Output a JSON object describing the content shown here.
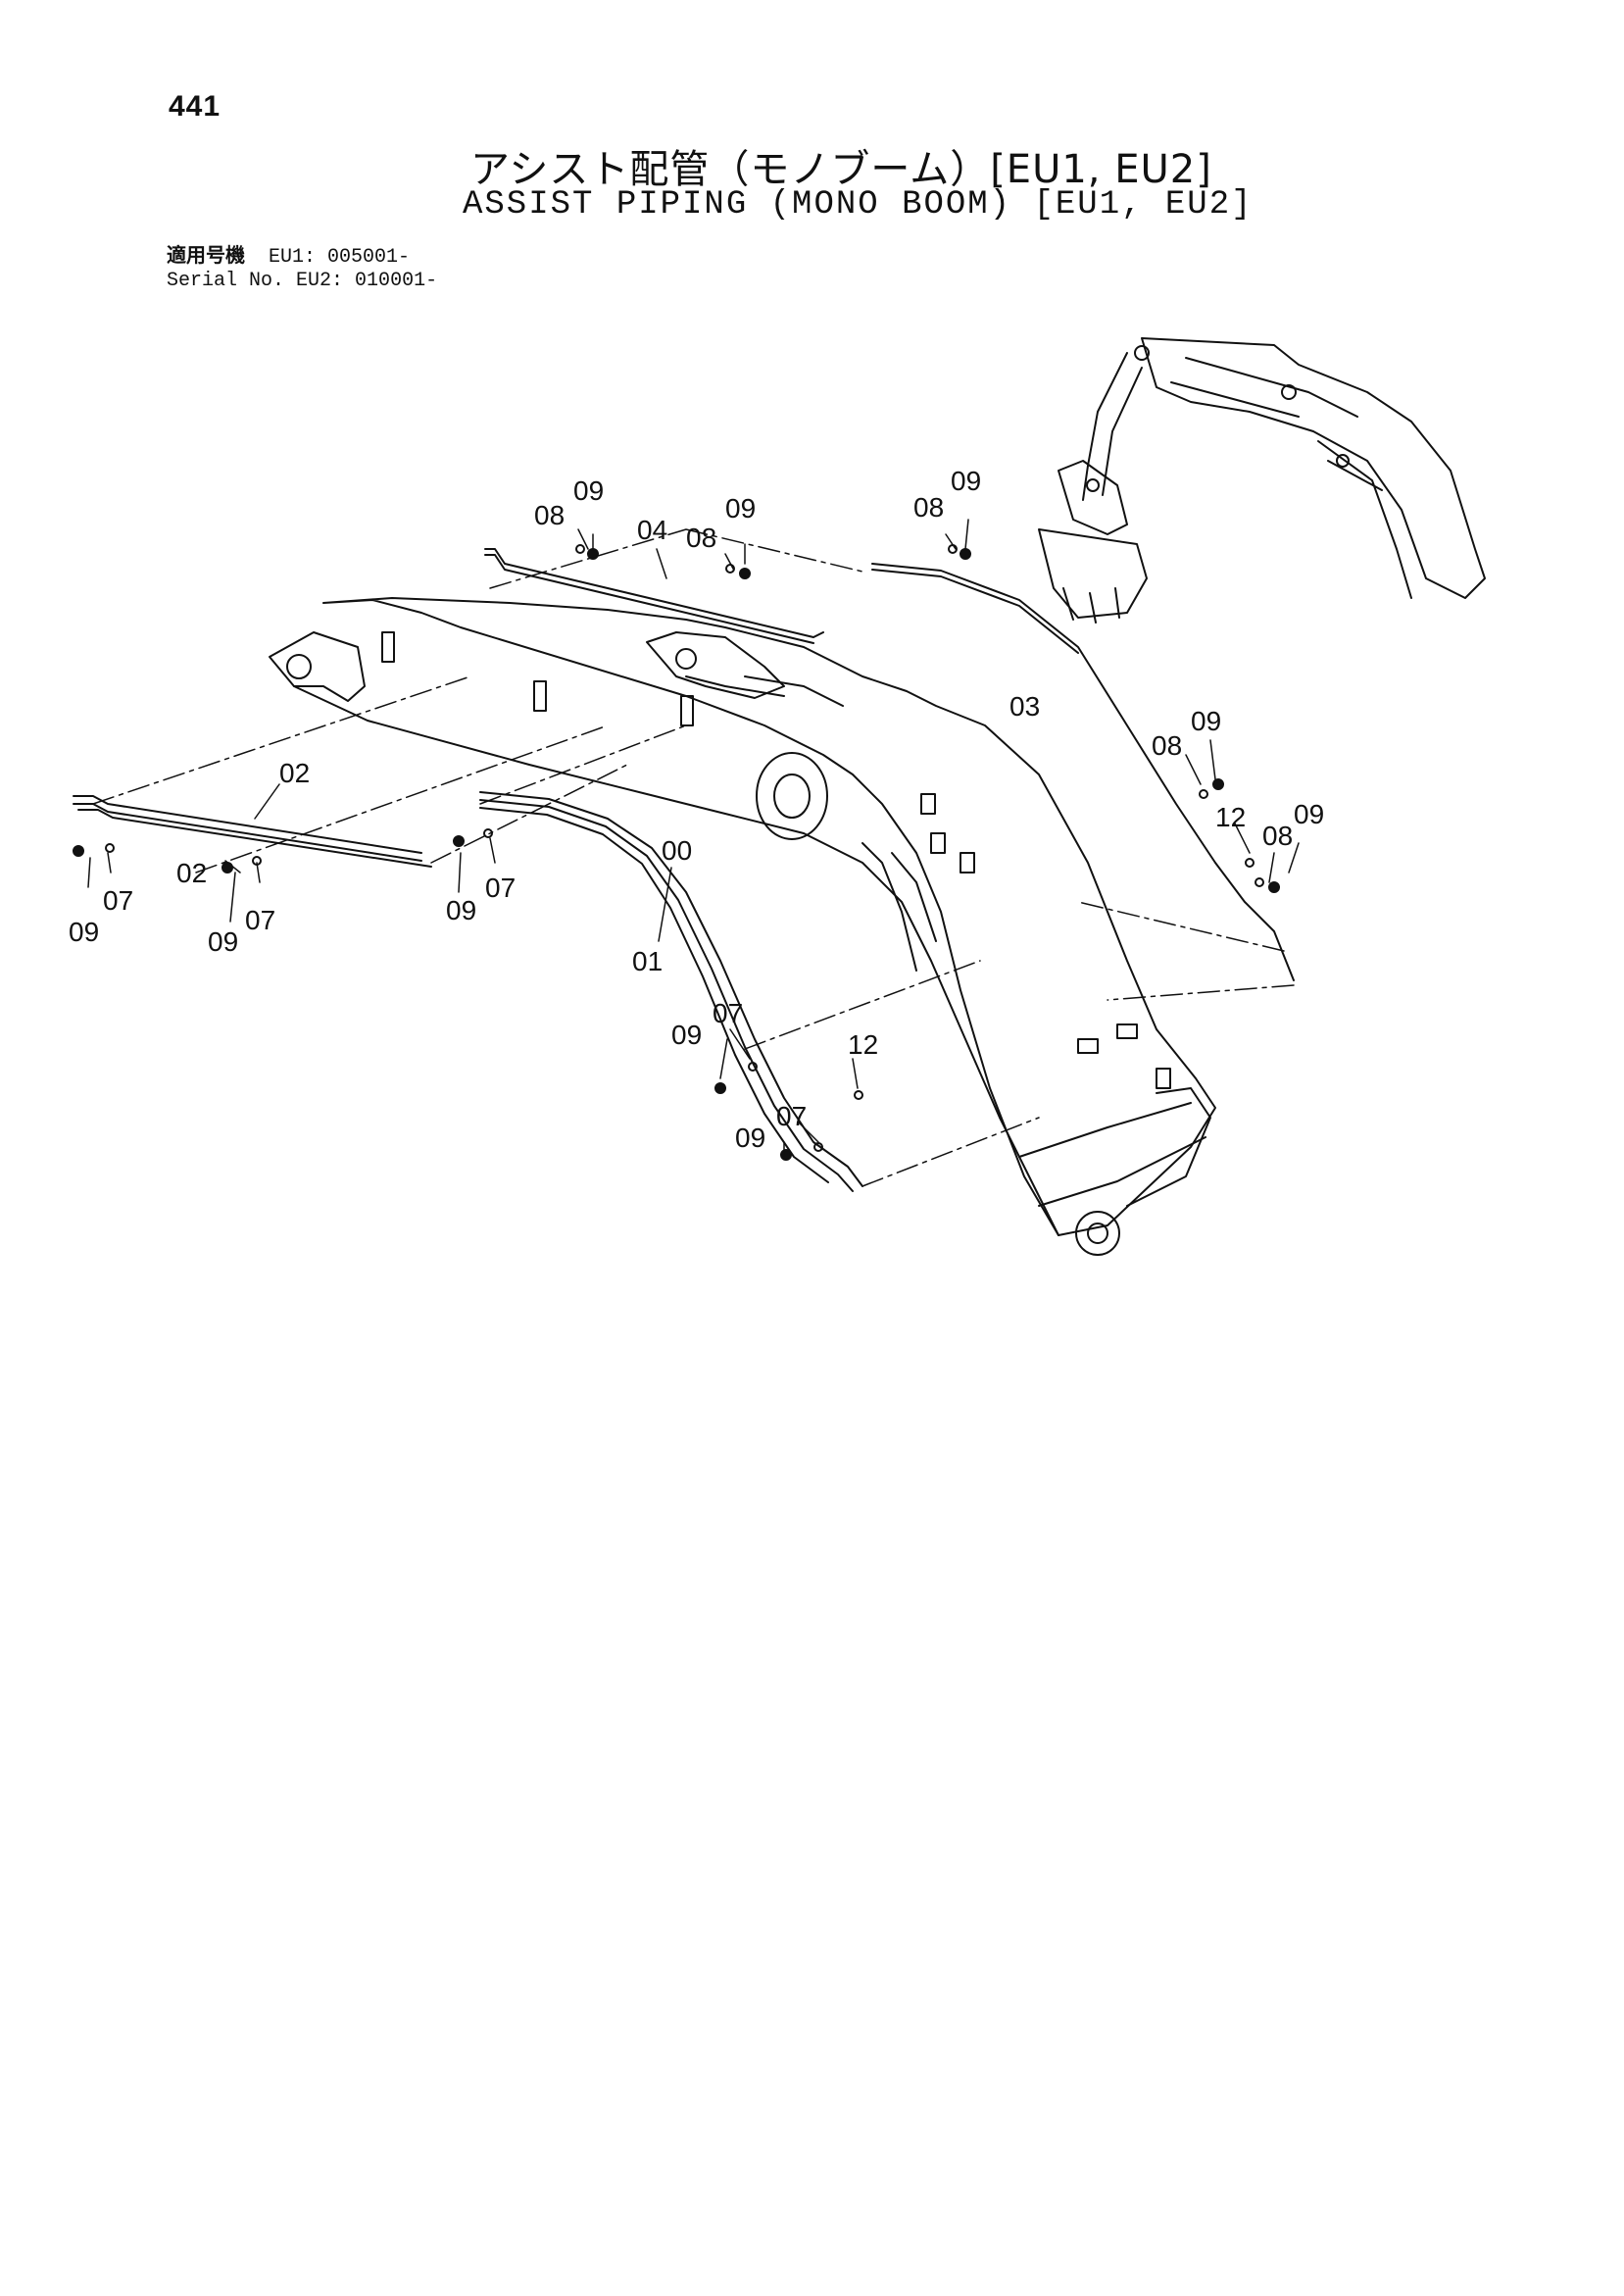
{
  "page": {
    "number": "441"
  },
  "title": {
    "japanese": "アシスト配管（モノブーム）[EU1, EU2]",
    "english": "ASSIST PIPING (MONO BOOM) [EU1, EU2]"
  },
  "serial": {
    "label_ja": "適用号機",
    "label_en": "Serial No.",
    "eu1": "EU1: 005001-",
    "eu2": "EU2: 010001-"
  },
  "callouts": {
    "c0": "08",
    "c1": "09",
    "c2": "04",
    "c3": "08",
    "c4": "09",
    "c5": "08",
    "c6": "09",
    "c7": "02",
    "c8": "02",
    "c9": "07",
    "c10": "09",
    "c11": "09",
    "c12": "07",
    "c13": "09",
    "c14": "07",
    "c15": "00",
    "c16": "01",
    "c17": "03",
    "c18": "08",
    "c19": "09",
    "c20": "12",
    "c21": "08",
    "c22": "09",
    "c23": "09",
    "c24": "07",
    "c25": "12",
    "c26": "09",
    "c27": "07"
  }
}
